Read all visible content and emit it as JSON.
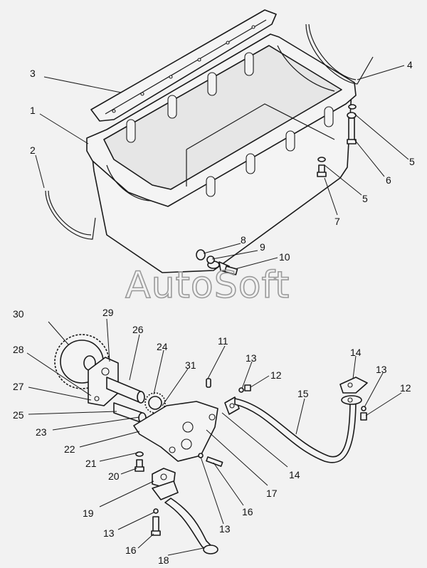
{
  "watermark": "AutoSoft",
  "callouts": [
    {
      "id": "c1",
      "label": "1"
    },
    {
      "id": "c2",
      "label": "2"
    },
    {
      "id": "c3",
      "label": "3"
    },
    {
      "id": "c4",
      "label": "4"
    },
    {
      "id": "c5a",
      "label": "5"
    },
    {
      "id": "c5b",
      "label": "5"
    },
    {
      "id": "c6",
      "label": "6"
    },
    {
      "id": "c7",
      "label": "7"
    },
    {
      "id": "c8",
      "label": "8"
    },
    {
      "id": "c9",
      "label": "9"
    },
    {
      "id": "c10",
      "label": "10"
    },
    {
      "id": "c11",
      "label": "11"
    },
    {
      "id": "c12a",
      "label": "12"
    },
    {
      "id": "c12b",
      "label": "12"
    },
    {
      "id": "c13a",
      "label": "13"
    },
    {
      "id": "c13b",
      "label": "13"
    },
    {
      "id": "c13c",
      "label": "13"
    },
    {
      "id": "c13d",
      "label": "13"
    },
    {
      "id": "c14a",
      "label": "14"
    },
    {
      "id": "c14b",
      "label": "14"
    },
    {
      "id": "c15",
      "label": "15"
    },
    {
      "id": "c16a",
      "label": "16"
    },
    {
      "id": "c16b",
      "label": "16"
    },
    {
      "id": "c17",
      "label": "17"
    },
    {
      "id": "c18",
      "label": "18"
    },
    {
      "id": "c19",
      "label": "19"
    },
    {
      "id": "c20",
      "label": "20"
    },
    {
      "id": "c21",
      "label": "21"
    },
    {
      "id": "c22",
      "label": "22"
    },
    {
      "id": "c23",
      "label": "23"
    },
    {
      "id": "c24",
      "label": "24"
    },
    {
      "id": "c25",
      "label": "25"
    },
    {
      "id": "c26",
      "label": "26"
    },
    {
      "id": "c27",
      "label": "27"
    },
    {
      "id": "c28",
      "label": "28"
    },
    {
      "id": "c29",
      "label": "29"
    },
    {
      "id": "c30",
      "label": "30"
    },
    {
      "id": "c31",
      "label": "31"
    }
  ]
}
